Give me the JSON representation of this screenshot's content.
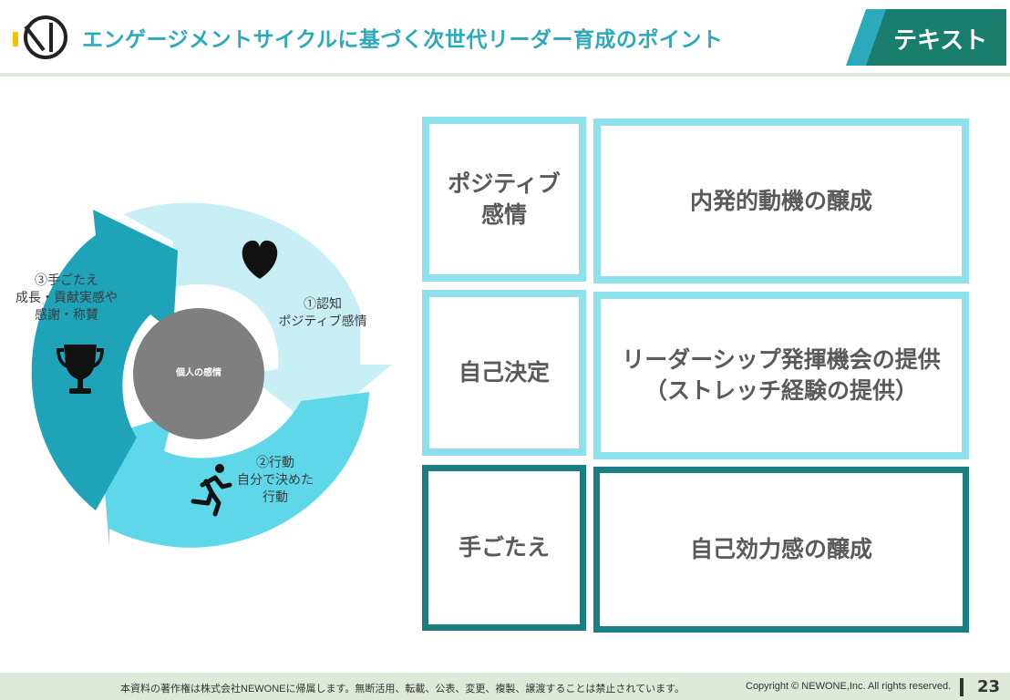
{
  "header": {
    "title": "エンゲージメントサイクルに基づく次世代リーダー育成のポイント",
    "tag": "テキスト"
  },
  "cycle": {
    "center": "個人の感情",
    "step1": {
      "line1": "①認知",
      "line2": "ポジティブ感情"
    },
    "step2": {
      "line1": "②行動",
      "line2": "自分で決めた",
      "line3": "行動"
    },
    "step3": {
      "line1": "③手ごたえ",
      "line2": "成長・貢献実感や",
      "line3": "感謝・称賛"
    }
  },
  "rows": [
    {
      "left": [
        "ポジティブ",
        "感情"
      ],
      "right": [
        "内発的動機の醸成"
      ]
    },
    {
      "left": [
        "自己決定"
      ],
      "right": [
        "リーダーシップ発揮機会の提供",
        "（ストレッチ経験の提供）"
      ]
    },
    {
      "left": [
        "手ごたえ"
      ],
      "right": [
        "自己効力感の醸成"
      ]
    }
  ],
  "footer": {
    "notice": "本資料の著作権は株式会社NEWONEに帰属します。無断活用、転載、公表、変更、複製、譲渡することは禁止されています。",
    "copyright": "Copyright © NEWONE,Inc.  All rights reserved.",
    "page": "23"
  },
  "colors": {
    "accent": "#2aaabb",
    "dark_teal": "#1a7e83",
    "light_cyan": "#8ee0ec",
    "footer_bg": "#dfe9d8"
  }
}
